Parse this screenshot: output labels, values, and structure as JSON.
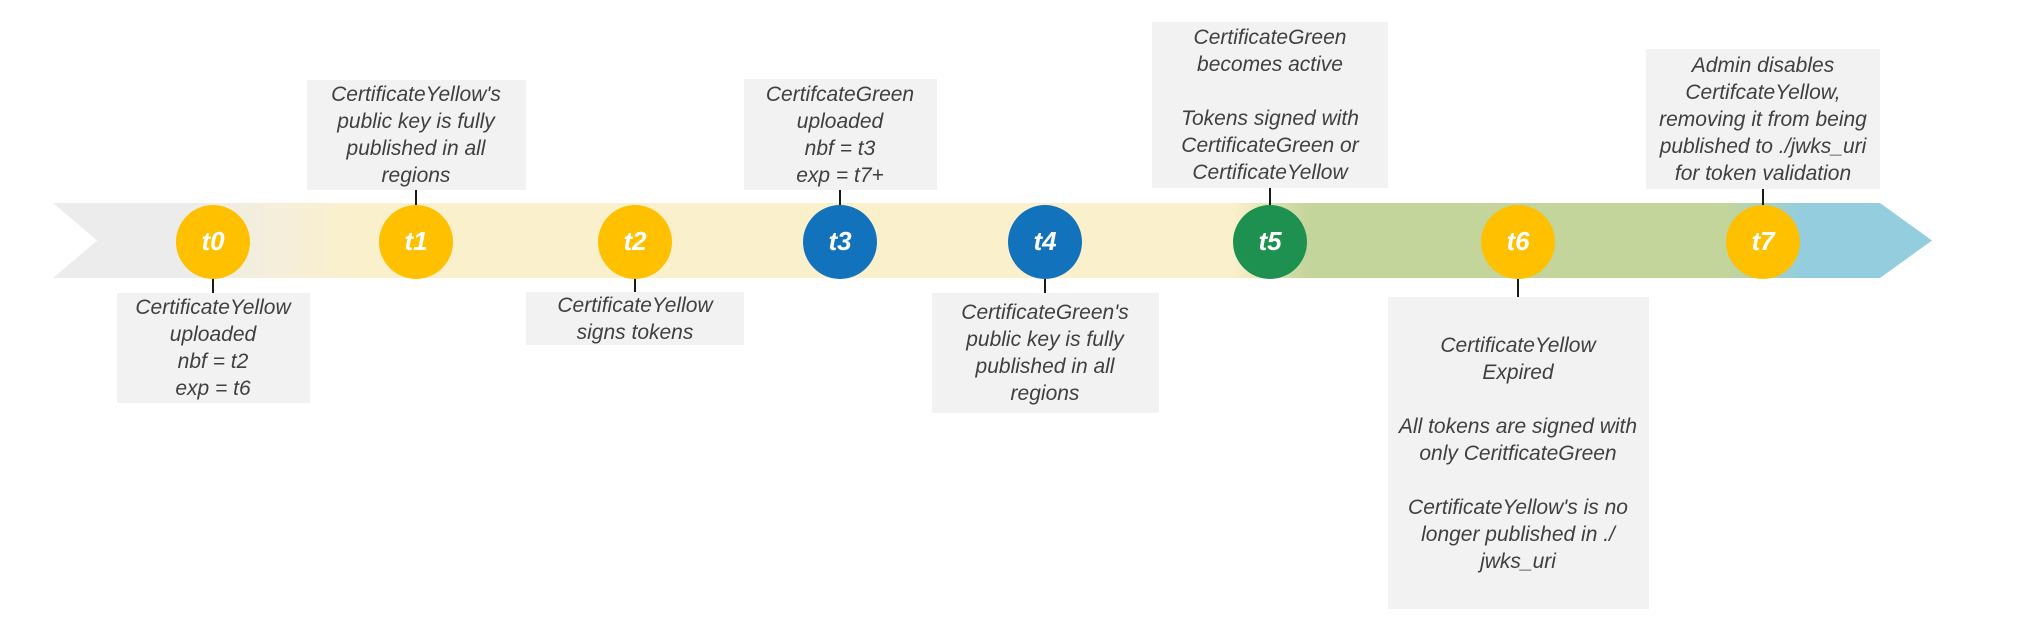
{
  "colors": {
    "marker_yellow": "#FFC000",
    "marker_blue": "#1272BC",
    "marker_green": "#1E9150",
    "band_gray": "#ECECEC",
    "band_cream": "#FBF0CC",
    "band_green": "#C3D59B",
    "band_blue": "#93CDDE",
    "callout_bg": "#F2F2F2",
    "callout_text": "#3F3F3F",
    "connector": "#1A1A1A",
    "marker_label_text": "#FFFFFF"
  },
  "timeline": {
    "events": [
      {
        "id": "t0",
        "label": "t0",
        "marker": "yellow",
        "side": "below",
        "lines": [
          "CertificateYellow",
          "uploaded",
          "nbf = t2",
          "exp = t6"
        ]
      },
      {
        "id": "t1",
        "label": "t1",
        "marker": "yellow",
        "side": "above",
        "lines": [
          "CertificateYellow's",
          "public key is fully",
          "published in all",
          "regions"
        ]
      },
      {
        "id": "t2",
        "label": "t2",
        "marker": "yellow",
        "side": "below",
        "lines": [
          "CertificateYellow",
          "signs tokens"
        ]
      },
      {
        "id": "t3",
        "label": "t3",
        "marker": "blue",
        "side": "above",
        "lines": [
          "CertifcateGreen",
          "uploaded",
          "nbf = t3",
          "exp = t7+"
        ]
      },
      {
        "id": "t4",
        "label": "t4",
        "marker": "blue",
        "side": "below",
        "lines": [
          "CertificateGreen's",
          "public key is fully",
          "published in all",
          "regions"
        ]
      },
      {
        "id": "t5",
        "label": "t5",
        "marker": "green",
        "side": "above",
        "lines": [
          "CertificateGreen",
          "becomes active",
          "",
          "Tokens signed with",
          "CertificateGreen or",
          "CertificateYellow"
        ]
      },
      {
        "id": "t6",
        "label": "t6",
        "marker": "yellow",
        "side": "below",
        "lines": [
          "CertificateYellow",
          "Expired",
          "",
          "All tokens are signed with",
          "only CeritficateGreen",
          "",
          "CertificateYellow's is no",
          "longer published in ./",
          "jwks_uri"
        ]
      },
      {
        "id": "t7",
        "label": "t7",
        "marker": "yellow",
        "side": "above",
        "lines": [
          "Admin disables",
          "CertifcateYellow,",
          "removing it from being",
          "published to ./jwks_uri",
          "for token validation"
        ]
      }
    ]
  }
}
